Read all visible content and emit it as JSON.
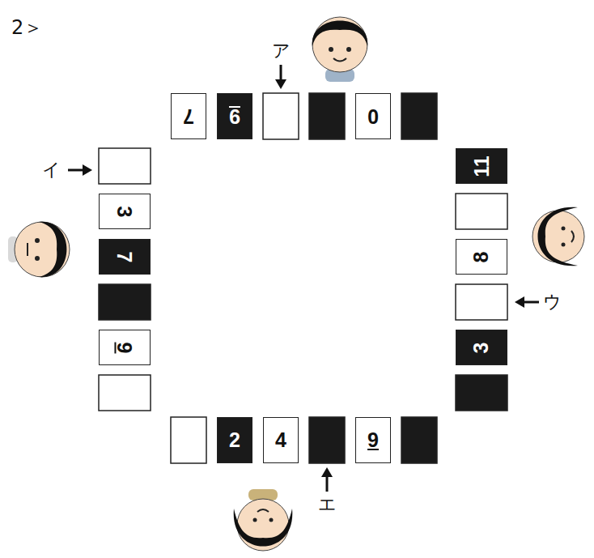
{
  "diagram": {
    "nodes": [
      {
        "text": [
          "7"
        ]
      },
      {
        "text": [
          "9"
        ]
      },
      {
        "text": [
          "0"
        ]
      },
      {
        "text": [
          "11"
        ]
      },
      {
        "text": [
          "8"
        ]
      },
      {
        "text": [
          "3"
        ]
      },
      {
        "text": [
          "3"
        ]
      },
      {
        "text": [
          "7"
        ]
      },
      {
        "text": [
          "9"
        ]
      },
      {
        "text": [
          "2"
        ]
      },
      {
        "text": [
          "4"
        ]
      },
      {
        "text": [
          "9"
        ]
      }
    ],
    "labels": [
      "2＞",
      "ア",
      "イ",
      "ウ",
      "エ"
    ]
  }
}
